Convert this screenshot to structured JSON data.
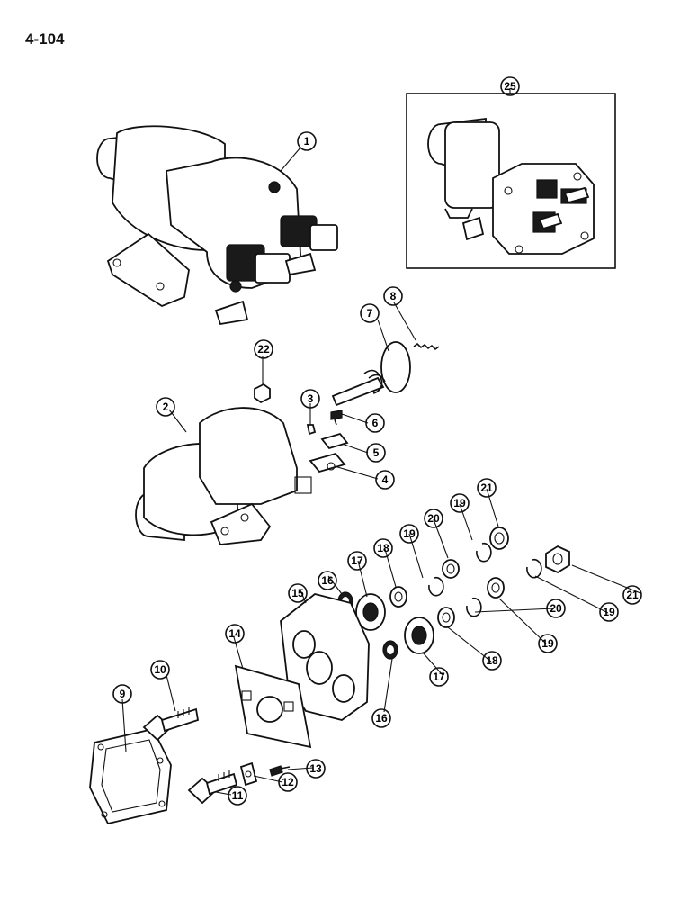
{
  "page": {
    "number": "4-104"
  },
  "inset": {
    "label": "25"
  },
  "callouts": [
    {
      "id": "c1",
      "label": "1"
    },
    {
      "id": "c2",
      "label": "2"
    },
    {
      "id": "c3",
      "label": "3"
    },
    {
      "id": "c4",
      "label": "4"
    },
    {
      "id": "c5",
      "label": "5"
    },
    {
      "id": "c6",
      "label": "6"
    },
    {
      "id": "c7",
      "label": "7"
    },
    {
      "id": "c8",
      "label": "8"
    },
    {
      "id": "c9",
      "label": "9"
    },
    {
      "id": "c10",
      "label": "10"
    },
    {
      "id": "c11",
      "label": "11"
    },
    {
      "id": "c12",
      "label": "12"
    },
    {
      "id": "c13",
      "label": "13"
    },
    {
      "id": "c14",
      "label": "14"
    },
    {
      "id": "c15",
      "label": "15"
    },
    {
      "id": "c16a",
      "label": "16"
    },
    {
      "id": "c16b",
      "label": "16"
    },
    {
      "id": "c17a",
      "label": "17"
    },
    {
      "id": "c17b",
      "label": "17"
    },
    {
      "id": "c18a",
      "label": "18"
    },
    {
      "id": "c18b",
      "label": "18"
    },
    {
      "id": "c19a",
      "label": "19"
    },
    {
      "id": "c19b",
      "label": "19"
    },
    {
      "id": "c19c",
      "label": "19"
    },
    {
      "id": "c19d",
      "label": "19"
    },
    {
      "id": "c20a",
      "label": "20"
    },
    {
      "id": "c20b",
      "label": "20"
    },
    {
      "id": "c21a",
      "label": "21"
    },
    {
      "id": "c21b",
      "label": "21"
    },
    {
      "id": "c22",
      "label": "22"
    }
  ]
}
